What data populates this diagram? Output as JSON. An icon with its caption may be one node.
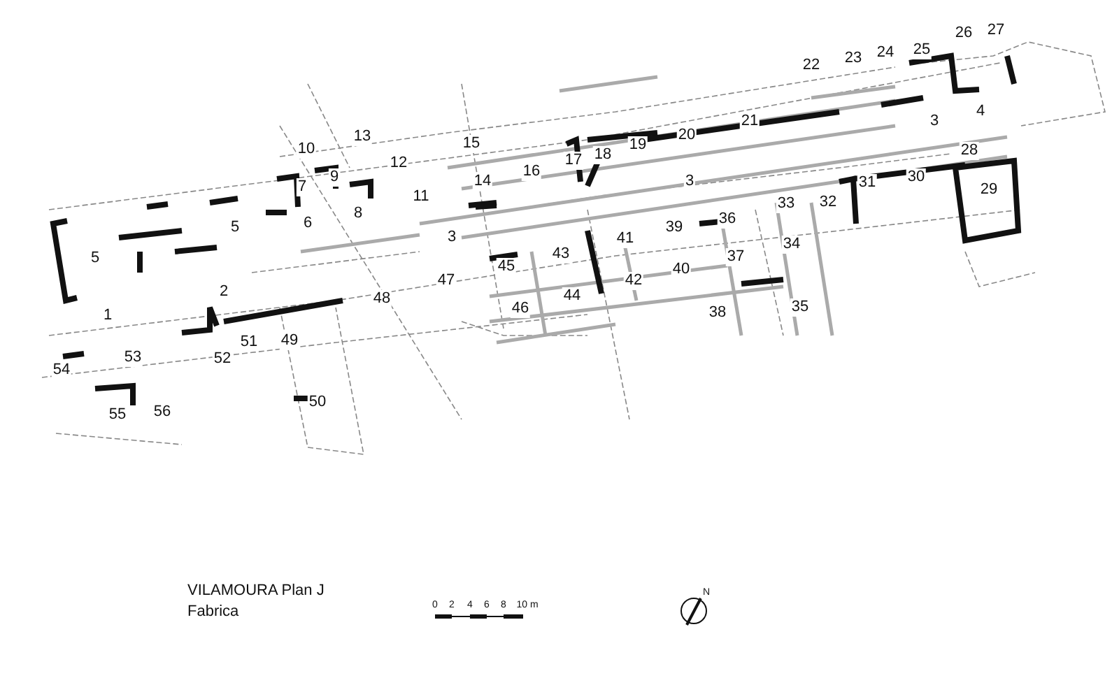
{
  "diagram": {
    "title": "VILAMOURA Plan J",
    "caption": "Fabrica",
    "labels": [
      "26",
      "27",
      "25",
      "24",
      "23",
      "22",
      "4",
      "3",
      "28",
      "13",
      "10",
      "15",
      "21",
      "20",
      "19",
      "18",
      "17",
      "12",
      "9",
      "16",
      "14",
      "7",
      "30",
      "31",
      "29",
      "11",
      "3",
      "8",
      "32",
      "33",
      "6",
      "36",
      "5",
      "39",
      "41",
      "43",
      "45",
      "34",
      "5",
      "37",
      "3",
      "47",
      "40",
      "42",
      "2",
      "44",
      "48",
      "46",
      "38",
      "35",
      "1",
      "49",
      "51",
      "53",
      "52",
      "54",
      "56",
      "55",
      "50",
      "0",
      "2",
      "4",
      "6",
      "8",
      "10 m",
      "N"
    ]
  }
}
